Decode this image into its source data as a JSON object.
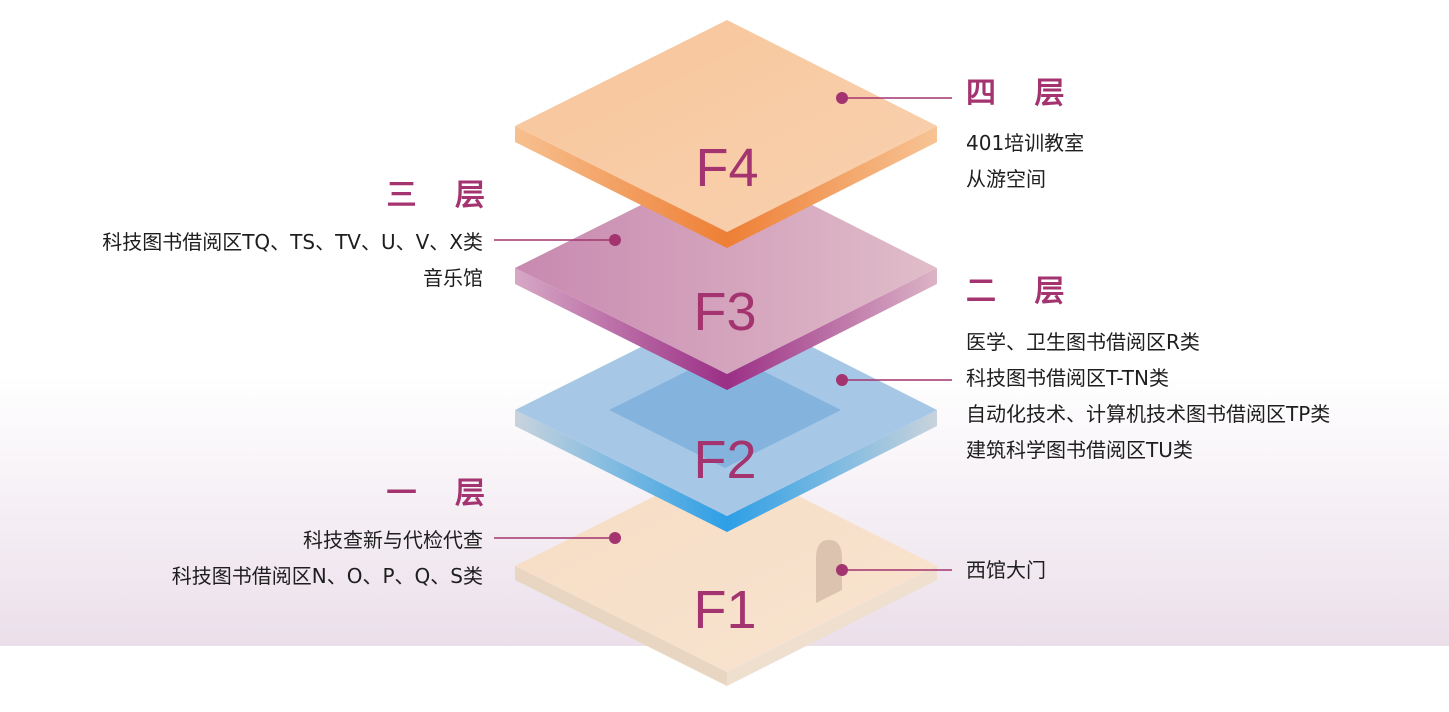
{
  "floors": [
    {
      "id": "f4",
      "code": "F4",
      "title": "四 层",
      "items": [
        "401培训教室",
        "从游空间"
      ]
    },
    {
      "id": "f3",
      "code": "F3",
      "title": "三 层",
      "items": [
        "科技图书借阅区TQ、TS、TV、U、V、X类",
        "音乐馆"
      ]
    },
    {
      "id": "f2",
      "code": "F2",
      "title": "二 层",
      "items": [
        "医学、卫生图书借阅区R类",
        "科技图书借阅区T-TN类",
        "自动化技术、计算机技术图书借阅区TP类",
        "建筑科学图书借阅区TU类"
      ]
    },
    {
      "id": "f1",
      "code": "F1",
      "title": "一 层",
      "items": [
        "科技查新与代检代查",
        "科技图书借阅区N、O、P、Q、S类"
      ],
      "entrance": "西馆大门"
    }
  ],
  "colors": {
    "accent": "#a4346f",
    "f4_top": "#f8caa0",
    "f4_side": "#f08a3c",
    "f3_top": "#d3a2bc",
    "f3_side": "#a0388a",
    "f2_top": "#a7c8e6",
    "f2_inner": "#85b5df",
    "f2_side": "#3fa6e4",
    "f1_top": "#f6dfc8",
    "f1_side": "#e7d2bc",
    "background_fade": "#ece0ea"
  }
}
